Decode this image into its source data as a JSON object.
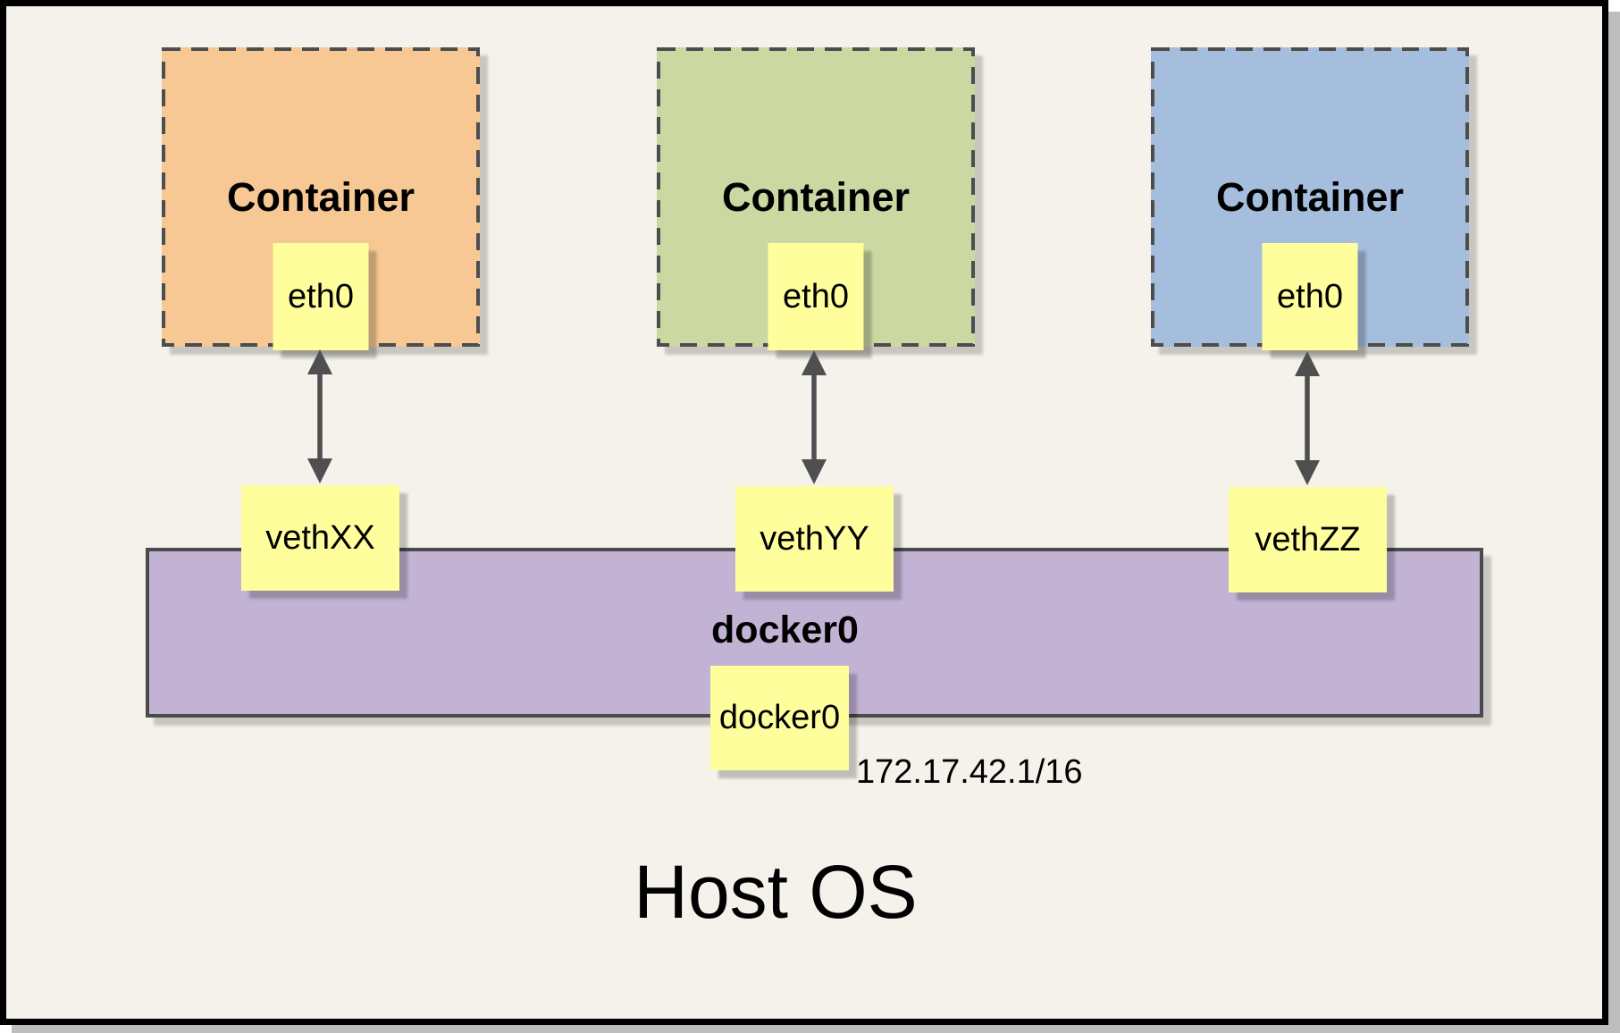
{
  "containers": [
    {
      "label": "Container",
      "interface_label": "eth0",
      "color": "#f7c893"
    },
    {
      "label": "Container",
      "interface_label": "eth0",
      "color": "#cbd8a2"
    },
    {
      "label": "Container",
      "interface_label": "eth0",
      "color": "#a6bede"
    }
  ],
  "veth_interfaces": [
    {
      "label": "vethXX"
    },
    {
      "label": "vethYY"
    },
    {
      "label": "vethZZ"
    }
  ],
  "bridge": {
    "label": "docker0",
    "interface_label": "docker0",
    "ip_label": "172.17.42.1/16",
    "color": "#c2b3d5"
  },
  "host": {
    "label": "Host OS"
  },
  "colors": {
    "background": "#f4f2eb",
    "interface_box_yellow": "#fefe9c",
    "container_orange": "#f7c893",
    "container_green": "#cbd8a2",
    "container_blue": "#a6bede",
    "bridge_purple": "#c2b3d5",
    "dashed_border": "#4d4d4d",
    "arrow": "#4f4f4f",
    "frame_border": "#000000",
    "frame_shadow": "#bdbdbd"
  }
}
